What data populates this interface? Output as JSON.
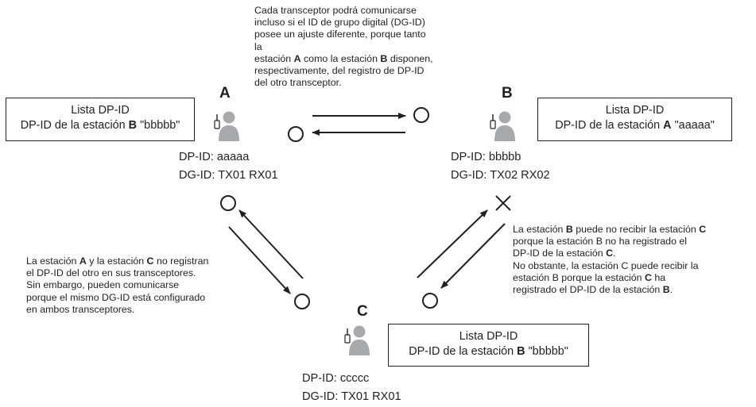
{
  "top_note": {
    "l1": "Cada transceptor podrá comunicarse",
    "l2": "incluso si el ID de grupo digital (DG-ID)",
    "l3": "posee un ajuste diferente, porque tanto la",
    "l4a": "estación ",
    "l4b": "A",
    "l4c": " como la estación ",
    "l4d": "B",
    "l4e": " disponen,",
    "l5": "respectivamente, del registro de DP-ID",
    "l6": "del otro transceptor."
  },
  "stations": {
    "a": {
      "letter": "A",
      "box_title": "Lista DP-ID",
      "box_pre": "DP-ID de la estación ",
      "box_bold": "B",
      "box_post": " \"bbbbb\"",
      "dp": "DP-ID: aaaaa",
      "dg": "DG-ID: TX01 RX01"
    },
    "b": {
      "letter": "B",
      "box_title": "Lista DP-ID",
      "box_pre": "DP-ID de la estación ",
      "box_bold": "A",
      "box_post": " \"aaaaa\"",
      "dp": "DP-ID: bbbbb",
      "dg": "DG-ID: TX02 RX02"
    },
    "c": {
      "letter": "C",
      "box_title": "Lista DP-ID",
      "box_pre": "DP-ID de la estación ",
      "box_bold": "B",
      "box_post": " \"bbbbb\"",
      "dp": "DP-ID: ccccc",
      "dg": "DG-ID: TX01 RX01"
    }
  },
  "left_note": {
    "l1a": "La estación ",
    "l1b": "A",
    "l1c": " y la estación ",
    "l1d": "C",
    "l1e": " no registran",
    "l2": "el DP-ID del otro en sus transceptores.",
    "l3": "Sin embargo, pueden comunicarse",
    "l4": "porque el mismo DG-ID está configurado",
    "l5": "en ambos transceptores."
  },
  "right_note": {
    "l1a": "La estación ",
    "l1b": "B",
    "l1c": " puede no recibir la estación ",
    "l1d": "C",
    "l2": "porque la estación B no ha registrado el",
    "l3a": "DP-ID de la estación ",
    "l3b": "C",
    "l3c": ".",
    "l4": "No obstante, la estación C puede recibir la",
    "l5a": "estación B porque la estación ",
    "l5b": "C",
    "l5c": " ha",
    "l6a": "registrado el DP-ID de la estación ",
    "l6b": "B",
    "l6c": "."
  },
  "colors": {
    "line": "#231f20",
    "person": "#a7a9ac"
  }
}
